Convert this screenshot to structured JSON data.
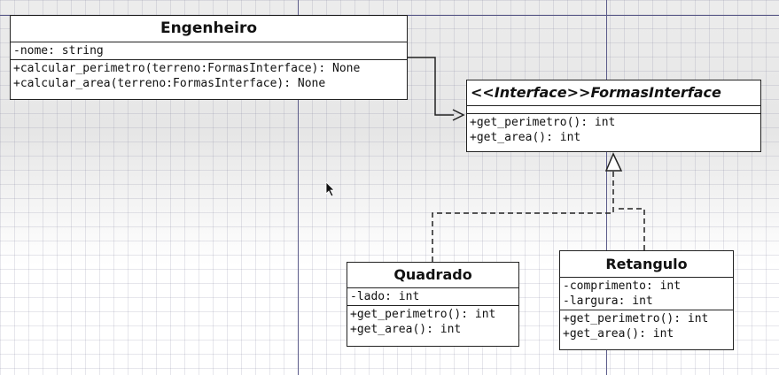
{
  "diagram": {
    "classes": {
      "engenheiro": {
        "name": "Engenheiro",
        "attributes": [
          "-nome: string"
        ],
        "methods": [
          "+calcular_perimetro(terreno:FormasInterface): None",
          "+calcular_area(terreno:FormasInterface): None"
        ]
      },
      "formas_interface": {
        "name": "<<Interface>>FormasInterface",
        "attributes": [],
        "methods": [
          "+get_perimetro(): int",
          "+get_area(): int"
        ]
      },
      "quadrado": {
        "name": "Quadrado",
        "attributes": [
          "-lado: int"
        ],
        "methods": [
          "+get_perimetro(): int",
          "+get_area(): int"
        ]
      },
      "retangulo": {
        "name": "Retangulo",
        "attributes": [
          "-comprimento: int",
          "-largura: int"
        ],
        "methods": [
          "+get_perimetro(): int",
          "+get_area(): int"
        ]
      }
    },
    "relations": [
      {
        "from": "Engenheiro",
        "to": "FormasInterface",
        "kind": "dependency"
      },
      {
        "from": "Quadrado",
        "to": "FormasInterface",
        "kind": "realization"
      },
      {
        "from": "Retangulo",
        "to": "FormasInterface",
        "kind": "realization"
      }
    ],
    "colors": {
      "line": "#222222",
      "guide": "#5c5c8a",
      "background": "#ffffff"
    }
  }
}
